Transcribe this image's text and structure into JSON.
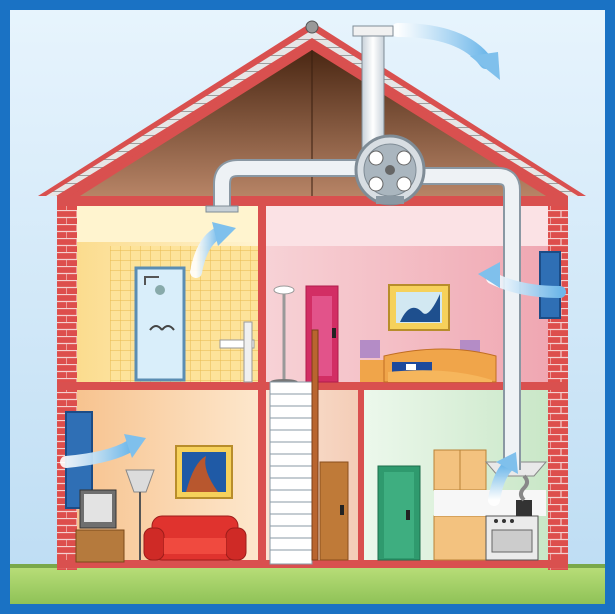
{
  "scene": {
    "subject": "house-ventilation-cutaway",
    "rooms": [
      "bathroom",
      "bedroom",
      "living-room",
      "stairwell",
      "hallway",
      "kitchen"
    ],
    "airflow_arrows": [
      "roof-exhaust",
      "bathroom-extract",
      "bedroom-inlet",
      "living-room-inlet",
      "kitchen-extract"
    ],
    "colors": {
      "frame": "#1a72c4",
      "sky": "#cfe8fb",
      "brick": "#d9504f",
      "roof_tile": "#dcdcdc",
      "attic": "#6a3d22",
      "bathroom": "#fde7a6",
      "bedroom": "#f6c0c8",
      "living_room": "#fad7b0",
      "kitchen": "#d9f0d8",
      "duct": "#e9eef2",
      "airflow": "#8cc8ef",
      "grass": "#a9d36a"
    }
  }
}
